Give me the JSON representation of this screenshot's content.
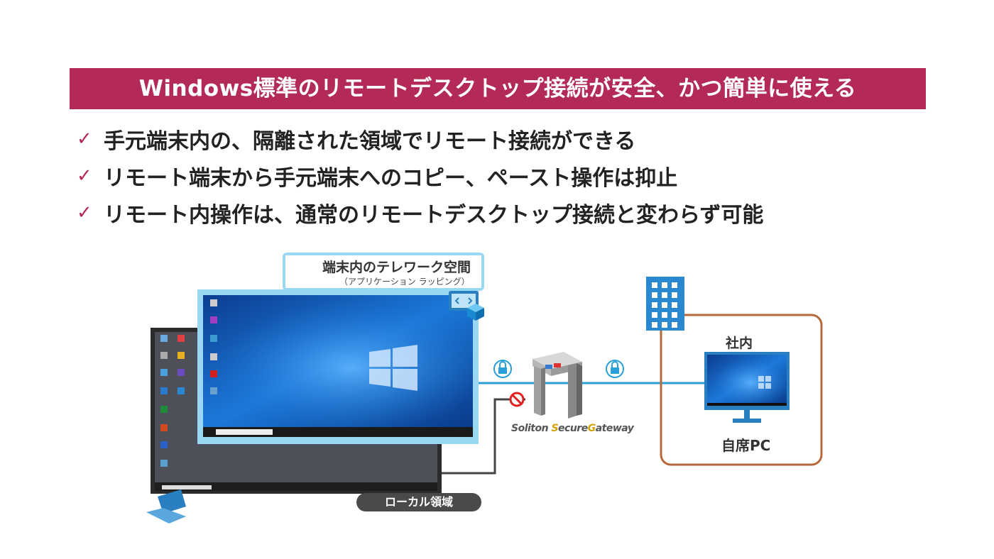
{
  "banner": {
    "title": "Windows標準のリモートデスクトップ接続が安全、かつ簡単に使える"
  },
  "bullets": [
    {
      "check": "✓",
      "text": "手元端末内の、隔離された領域でリモート接続ができる"
    },
    {
      "check": "✓",
      "text": "リモート端末から手元端末へのコピー、ペースト操作は抑止"
    },
    {
      "check": "✓",
      "text": "リモート内操作は、通常のリモートデスクトップ接続と変わらず可能"
    }
  ],
  "diagram": {
    "callout_title": "端末内のテレワーク空間",
    "callout_sub": "（アプリケーション ラッピング）",
    "local_label": "ローカル領域",
    "gateway_label_1": "Soliton ",
    "gateway_label_2": "S",
    "gateway_label_3": "ecure",
    "gateway_label_4": "G",
    "gateway_label_5": "ateway",
    "office_label": "社内",
    "pc_label": "自席PC"
  },
  "colors": {
    "accent": "#b22a55",
    "line": "#2aa0d8",
    "box": "#b5683a",
    "desktop": "#1a6fd1"
  }
}
